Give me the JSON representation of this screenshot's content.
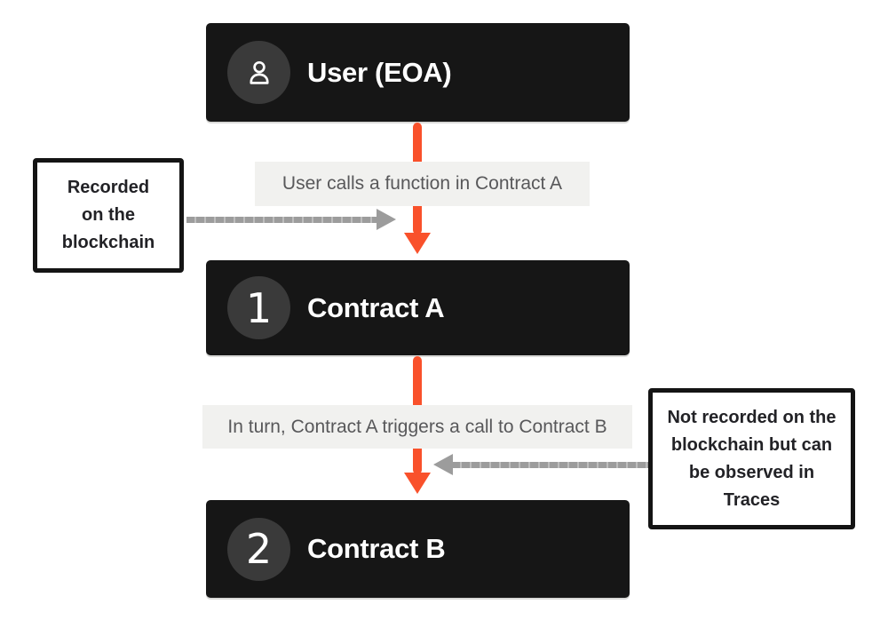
{
  "nodes": [
    {
      "label": "User (EOA)",
      "badge_icon": "person-icon"
    },
    {
      "label": "Contract A",
      "badge": "1"
    },
    {
      "label": "Contract B",
      "badge": "2"
    }
  ],
  "flow_labels": [
    {
      "text": "User calls a function in Contract A"
    },
    {
      "text": "In turn, Contract A triggers a call to Contract B"
    }
  ],
  "notes": [
    {
      "text": "Recorded\non the\nblockchain"
    },
    {
      "text": "Not recorded on the\nblockchain but can\nbe observed in\nTraces"
    }
  ],
  "colors": {
    "node_background": "#161616",
    "badge_background": "#3a3a3a",
    "accent_orange": "#f9512b",
    "arrow_gray": "#9c9c9c",
    "label_background": "#f1f1ef",
    "label_text": "#58585a",
    "note_border": "#141414"
  }
}
